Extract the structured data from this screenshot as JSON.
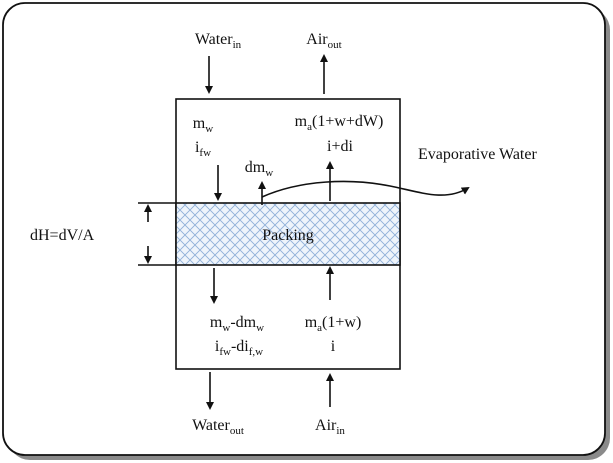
{
  "colors": {
    "background": "#ffffff",
    "ink": "#111111",
    "frame_shadow": "#8a8a8a",
    "packing_hatch": "#8fb0d8",
    "packing_fill": "#eef4fb"
  },
  "labels": {
    "water_in": {
      "base": "Water",
      "sub": "in"
    },
    "air_out": {
      "base": "Air",
      "sub": "out"
    },
    "water_out": {
      "base": "Water",
      "sub": "out"
    },
    "air_in": {
      "base": "Air",
      "sub": "in"
    },
    "m_w": {
      "base": "m",
      "sub": "w"
    },
    "i_fw": {
      "base": "i",
      "sub": "fw"
    },
    "dm_w": {
      "base": "dm",
      "sub": "w"
    },
    "air_top_flow": {
      "base": "m",
      "sub": "a",
      "rest": "(1+w+dW)"
    },
    "air_top_enthalpy": "i+di",
    "evaporative_water": "Evaporative Water",
    "packing": "Packing",
    "height_element": "dH=dV/A",
    "water_bottom_flow": {
      "a": "m",
      "a_sub": "w",
      "b": "-dm",
      "b_sub": "w"
    },
    "water_bottom_enthalpy": {
      "a": "i",
      "a_sub": "fw",
      "b": "-di",
      "b_sub": "f,w"
    },
    "air_bottom_flow": {
      "base": "m",
      "sub": "a",
      "rest": "(1+w)"
    },
    "air_bottom_enthalpy": "i"
  },
  "icons": [
    "arrow-down-icon",
    "arrow-up-icon",
    "curved-arrow-icon",
    "double-arrow-icon",
    "crosshatch-pattern"
  ]
}
